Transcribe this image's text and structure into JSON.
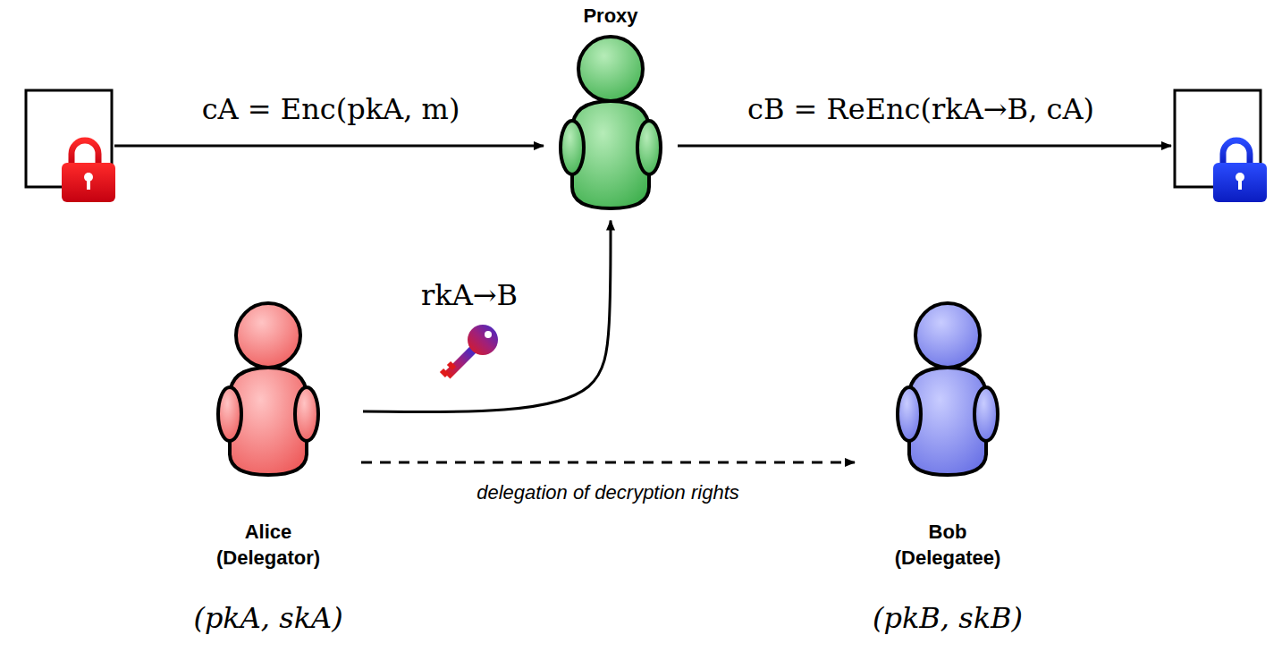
{
  "diagram": {
    "nodes": [
      {
        "text": [
          "Proxy"
        ]
      },
      {
        "text": [
          "Alice (Delegator)",
          "(pkA, skA)"
        ]
      },
      {
        "text": [
          "Bob (Delegatee)",
          "(pkB, skB)"
        ]
      }
    ],
    "edges": [
      {
        "from": 1,
        "to": 0,
        "arrow": "to",
        "label": "rkA→B"
      },
      {
        "from": 1,
        "to": 2,
        "arrow": "to",
        "label": "delegation of decryption rights"
      }
    ],
    "labels": [
      "cA = Enc(pkA, m)",
      "cB = ReEnc(rkA→B, cA)"
    ]
  }
}
